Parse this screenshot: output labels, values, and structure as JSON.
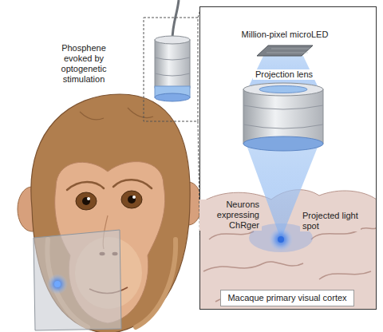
{
  "diagram": {
    "nodes": [
      {
        "text": [
          "Macaque primary visual cortex"
        ]
      }
    ],
    "labels": [
      "Phosphene evoked by optogenetic stimulation",
      "Million-pixel microLED",
      "Projection lens",
      "Neurons expressing ChRger",
      "Projected light spot"
    ]
  }
}
